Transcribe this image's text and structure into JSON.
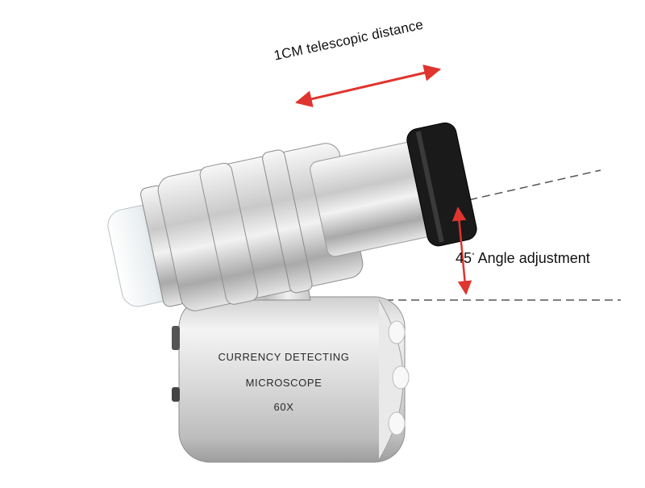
{
  "annotations": {
    "telescopic": "1CM telescopic distance",
    "angle_number": "45",
    "angle_text": "Angle adjustment"
  },
  "device": {
    "line1": "CURRENCY DETECTING",
    "line2": "MICROSCOPE",
    "line3": "60X"
  },
  "colors": {
    "arrow": "#e0342e",
    "dashes": "#555555",
    "eyepiece": "#1a1a1a",
    "screw": "#b6a545"
  }
}
